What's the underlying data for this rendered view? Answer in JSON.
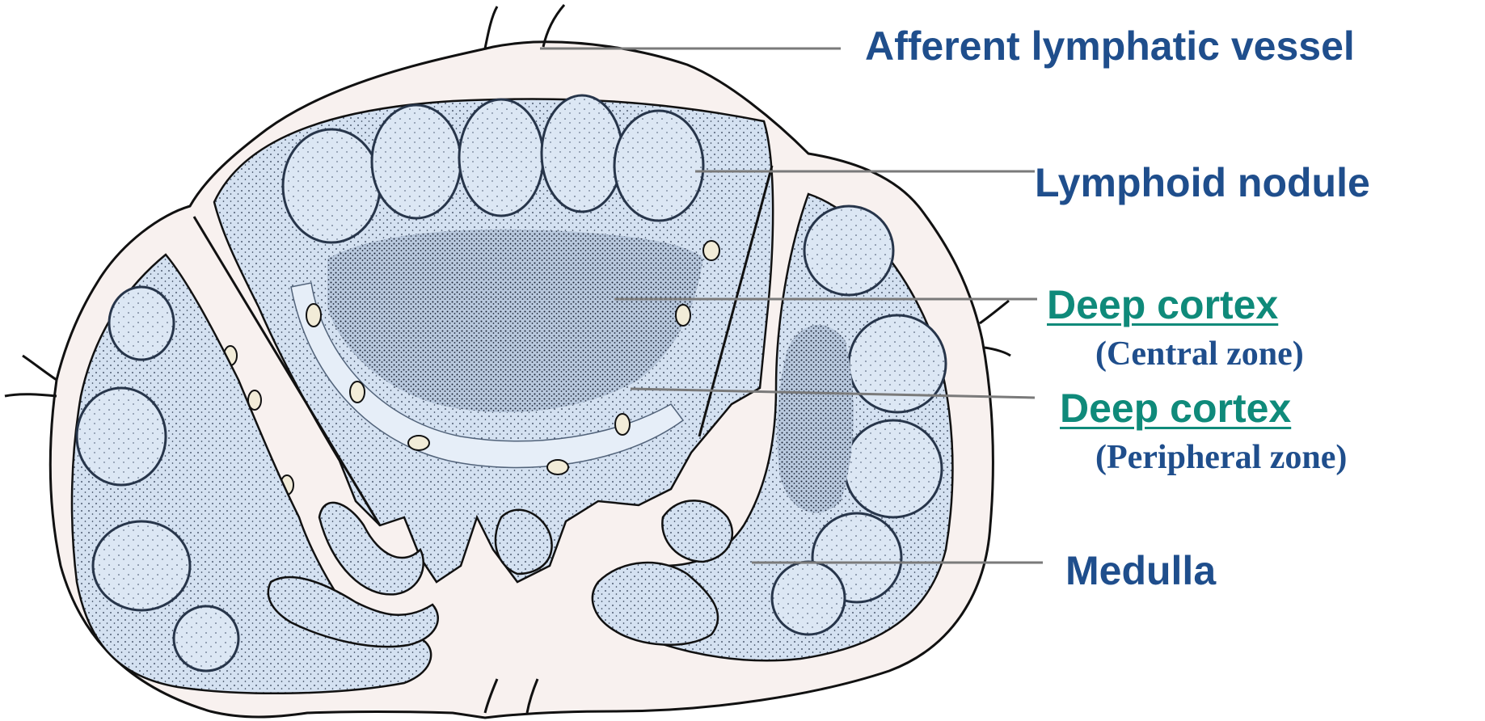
{
  "colors": {
    "capsule_fill": "#f8f1ef",
    "tissue_fill": "#d4e1f1",
    "outline": "#111111",
    "leader_line": "#7a7a7a",
    "label_primary": "#1f4e8c",
    "label_link": "#0f8a7a"
  },
  "labels": {
    "afferent": "Afferent lymphatic vessel",
    "lymphoid_nodule": "Lymphoid nodule",
    "deep_cortex_central": "Deep cortex",
    "central_zone": "(Central zone)",
    "deep_cortex_peripheral": "Deep cortex",
    "peripheral_zone": "(Peripheral zone)",
    "medulla": "Medulla"
  }
}
